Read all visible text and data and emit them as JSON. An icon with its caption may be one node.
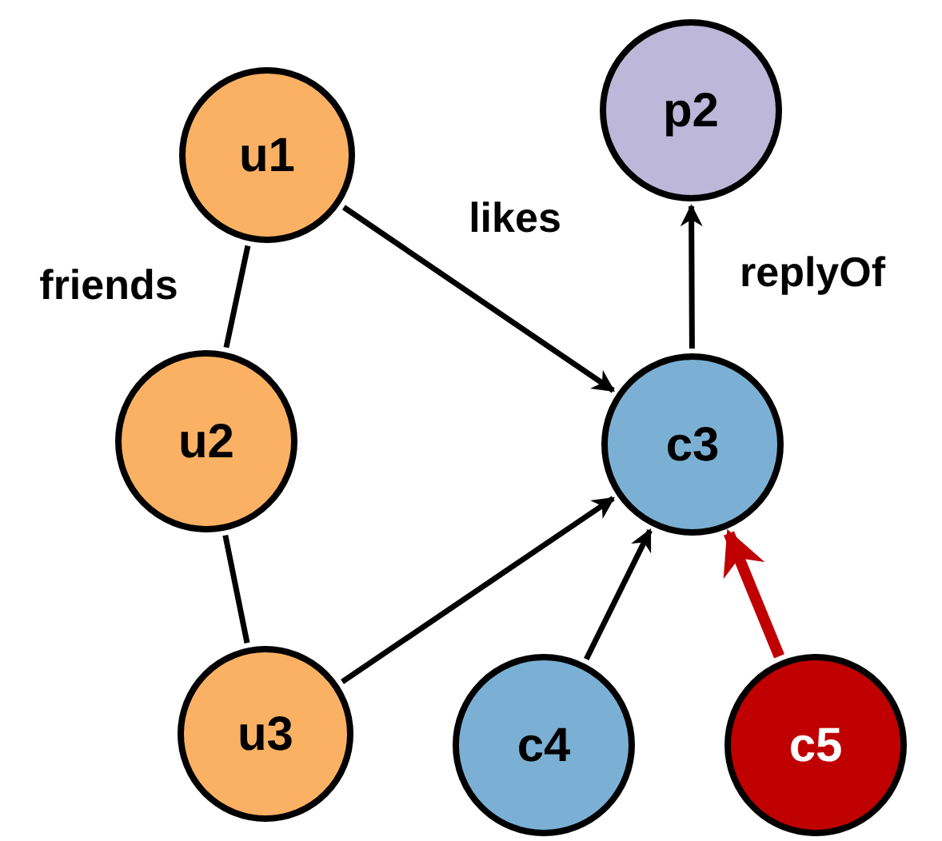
{
  "diagram": {
    "nodes": [
      {
        "text": [
          "u1"
        ]
      },
      {
        "text": [
          "u2"
        ]
      },
      {
        "text": [
          "u3"
        ]
      },
      {
        "text": [
          "p2"
        ]
      },
      {
        "text": [
          "c3"
        ]
      },
      {
        "text": [
          "c4"
        ]
      },
      {
        "text": [
          "c5"
        ]
      }
    ],
    "edges": [
      {
        "from": 0,
        "to": 1,
        "arrow": "none",
        "label": "friends"
      },
      {
        "from": 1,
        "to": 2,
        "arrow": "none"
      },
      {
        "from": 0,
        "to": 4,
        "arrow": "to",
        "label": "likes"
      },
      {
        "from": 2,
        "to": 4,
        "arrow": "to"
      },
      {
        "from": 5,
        "to": 4,
        "arrow": "to"
      },
      {
        "from": 6,
        "to": 4,
        "arrow": "to",
        "style": "thick",
        "color": "#c00000"
      },
      {
        "from": 4,
        "to": 3,
        "arrow": "to",
        "label": "replyOf"
      }
    ]
  }
}
